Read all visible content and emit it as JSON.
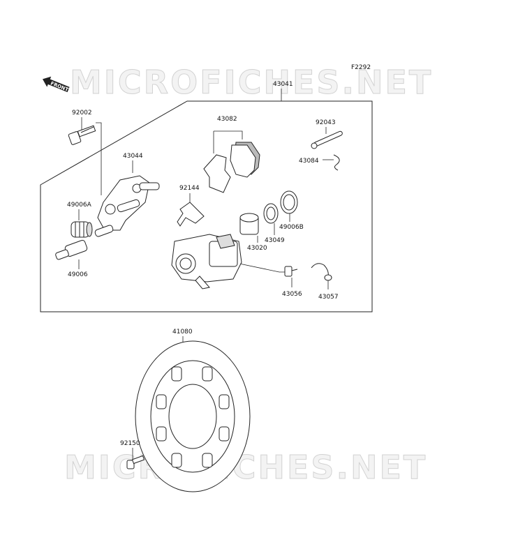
{
  "figure_code": "F2292",
  "watermark": "MICROFICHES.NET",
  "front_label": "FRONT",
  "parts": {
    "p43041": "43041",
    "p92002": "92002",
    "p43044": "43044",
    "p43082": "43082",
    "p92043": "92043",
    "p43084": "43084",
    "p92144": "92144",
    "p49006A": "49006A",
    "p49006B": "49006B",
    "p43049": "43049",
    "p43020": "43020",
    "p49006": "49006",
    "p43056": "43056",
    "p43057": "43057",
    "p41080": "41080",
    "p92150": "92150"
  }
}
